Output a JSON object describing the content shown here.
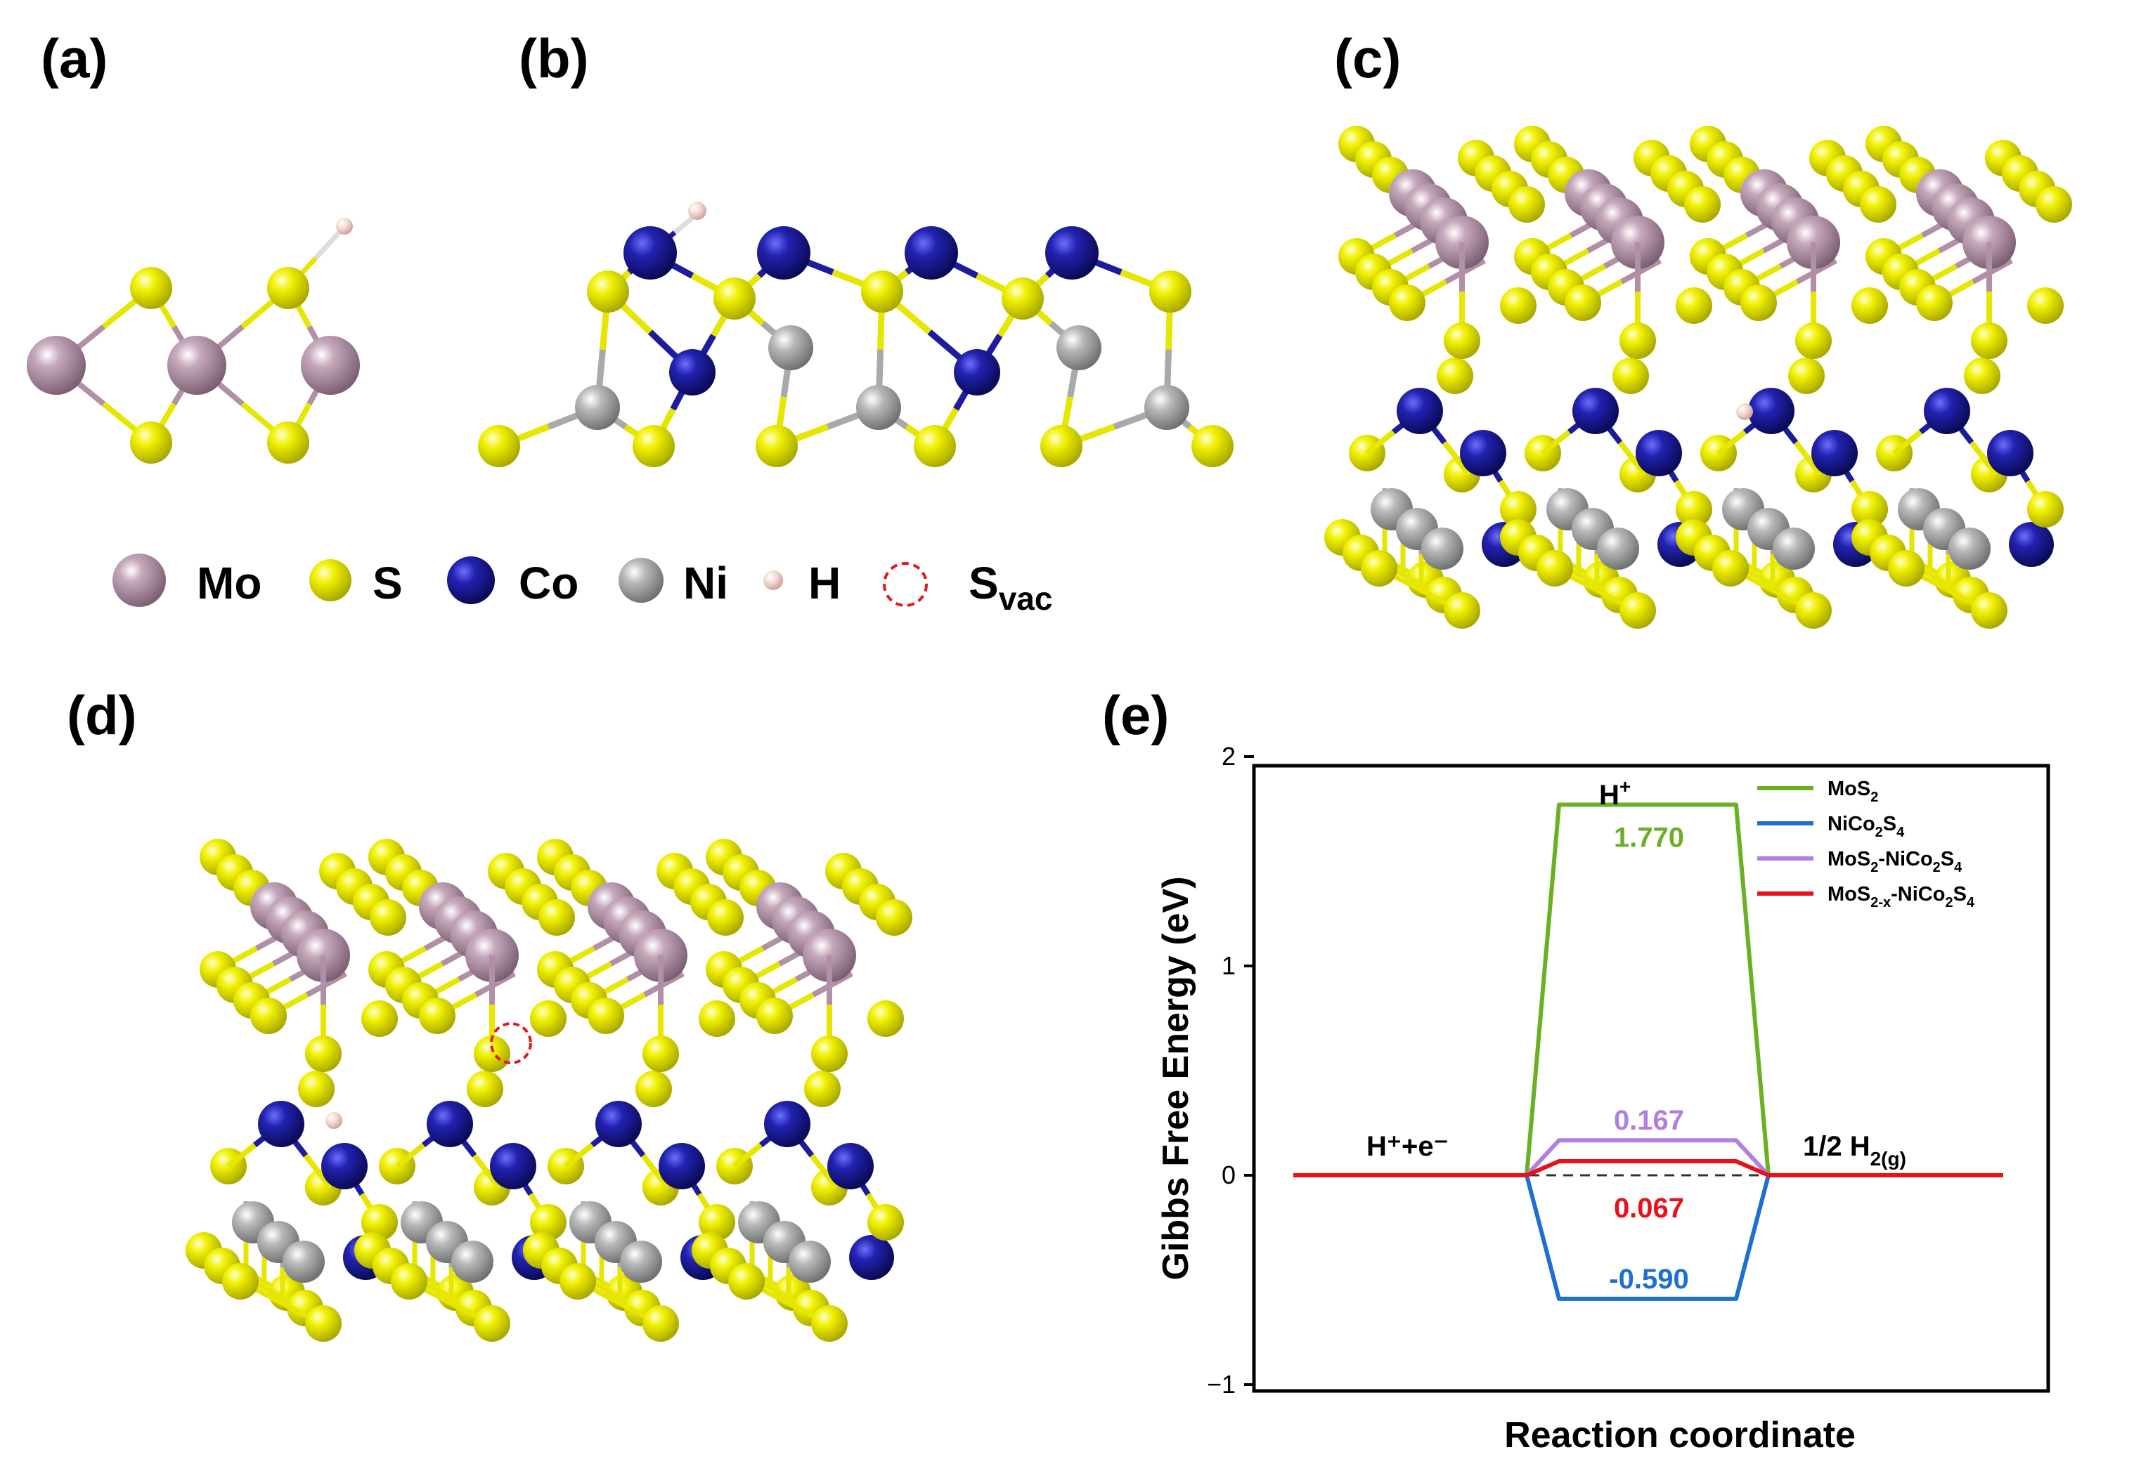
{
  "panels": {
    "a": "(a)",
    "b": "(b)",
    "c": "(c)",
    "d": "(d)",
    "e": "(e)"
  },
  "atom_legend": {
    "mo": "Mo",
    "s": "S",
    "co": "Co",
    "ni": "Ni",
    "h": "H",
    "svac_main": "S",
    "svac_sub": "vac"
  },
  "colors": {
    "mo_atom": "#b090a6",
    "s_atom": "#e6e600",
    "co_atom": "#1c1c9c",
    "ni_atom": "#a8aaaa",
    "h_atom": "#f2d2cc",
    "vacancy": "#e31a1c"
  },
  "chart_data": {
    "type": "line",
    "ylabel": "Gibbs Free Energy (eV)",
    "xlabel": "Reaction coordinate",
    "ylim": [
      -1,
      2
    ],
    "yticks": [
      "2",
      "1",
      "0",
      "−1"
    ],
    "ytick_values": [
      2,
      1,
      0,
      -1
    ],
    "states": [
      "H⁺+e⁻",
      "H⁺",
      "1/2 H₂(g)"
    ],
    "state_labels": {
      "initial": "H⁺+e⁻",
      "intermediate_main": "H",
      "intermediate_sup": "+",
      "final_main": "1/2 H",
      "final_sub": "2(g)"
    },
    "series": [
      {
        "name": "MoS₂",
        "legend": [
          "MoS",
          "2",
          ""
        ],
        "color": "#6ab023",
        "values": [
          0,
          1.77,
          0
        ],
        "label": "1.770"
      },
      {
        "name": "NiCo₂S₄",
        "legend": [
          "NiCo",
          "2",
          "S",
          "4"
        ],
        "color": "#1f6fd1",
        "values": [
          0,
          -0.59,
          0
        ],
        "label": "-0.590"
      },
      {
        "name": "MoS₂-NiCo₂S₄",
        "legend": [
          "MoS",
          "2",
          "-NiCo",
          "2",
          "S",
          "4"
        ],
        "color": "#b07fe0",
        "values": [
          0,
          0.167,
          0
        ],
        "label": "0.167"
      },
      {
        "name": "MoS₂₋ₓ-NiCo₂S₄",
        "legend": [
          "MoS",
          "2-x",
          "-NiCo",
          "2",
          "S",
          "4"
        ],
        "color": "#e8101a",
        "values": [
          0,
          0.067,
          0
        ],
        "label": "0.067"
      }
    ],
    "reference_line": {
      "value": 0,
      "style": "dashed"
    },
    "grid": false,
    "legend_position": "top-right"
  }
}
